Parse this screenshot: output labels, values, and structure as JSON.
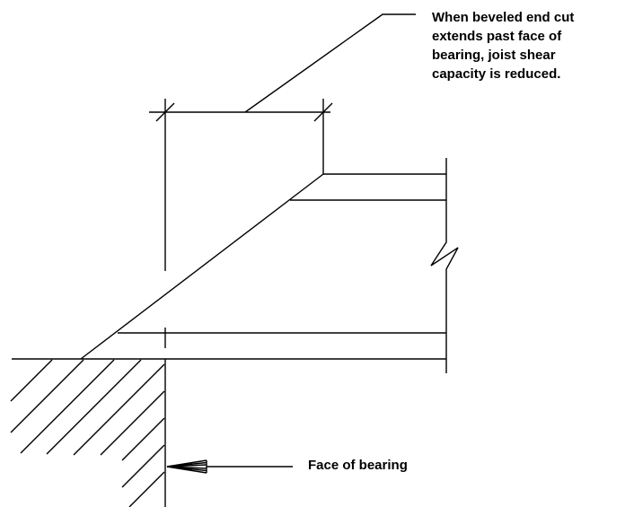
{
  "callout": {
    "lines": [
      "When beveled end cut",
      "extends past face of",
      "bearing, joist shear",
      "capacity is reduced."
    ]
  },
  "bearing_label": "Face of bearing",
  "colors": {
    "line": "#000000",
    "background": "#ffffff"
  }
}
